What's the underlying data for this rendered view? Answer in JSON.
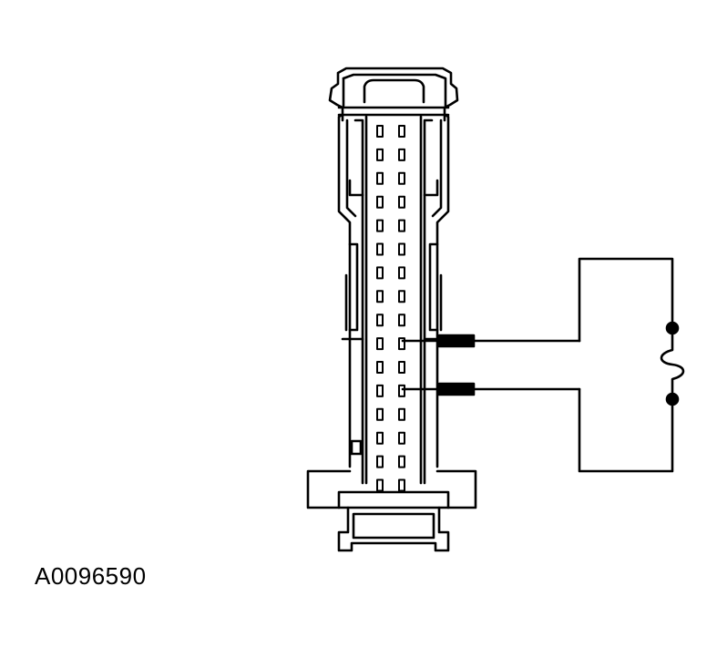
{
  "figure": {
    "reference_code": "A0096590"
  },
  "connector": {
    "pin_columns": 2,
    "pin_rows": 16,
    "probed_rows": [
      9,
      11
    ]
  },
  "colors": {
    "line": "#000000",
    "background": "#ffffff"
  },
  "icons": {
    "jumper_fuse": "fuse-symbol-icon",
    "probe": "test-probe-icon"
  }
}
